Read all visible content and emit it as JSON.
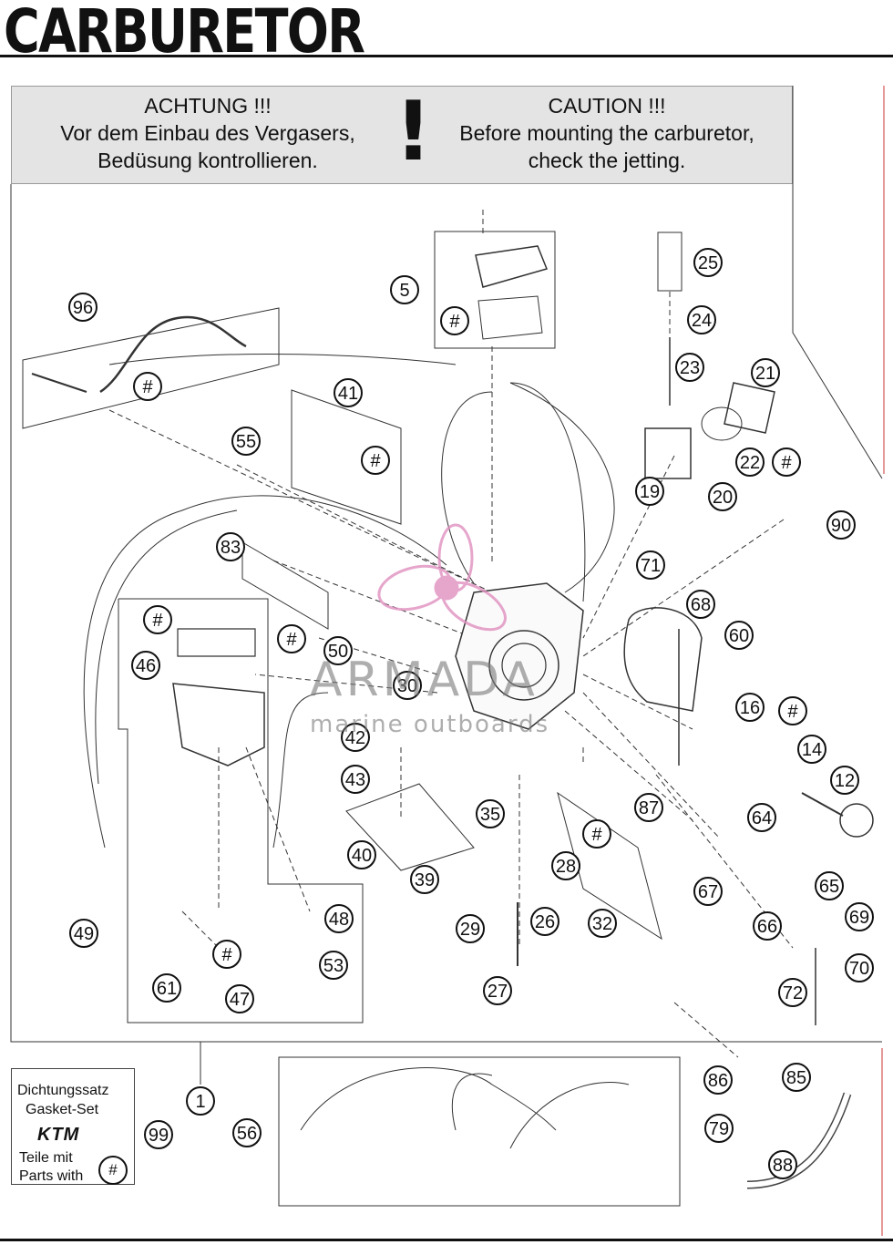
{
  "title": "CARBURETOR",
  "warning": {
    "de_heading": "ACHTUNG !!!",
    "de_line1": "Vor dem Einbau des Vergasers,",
    "de_line2": "Bedüsung kontrollieren.",
    "symbol": "!",
    "en_heading": "CAUTION !!!",
    "en_line1": "Before mounting the carburetor,",
    "en_line2": "check the jetting."
  },
  "gasket_set": {
    "line1": "Dichtungssatz",
    "line2": "Gasket-Set",
    "brand": "KTM",
    "line3": "Teile mit",
    "line4": "Parts with",
    "symbol": "#"
  },
  "watermark": {
    "brand": "ARMADA",
    "tagline": "marine outboards"
  },
  "callouts": [
    "#",
    "1",
    "5",
    "12",
    "14",
    "16",
    "19",
    "20",
    "21",
    "22",
    "23",
    "24",
    "25",
    "26",
    "27",
    "28",
    "29",
    "30",
    "32",
    "35",
    "39",
    "40",
    "41",
    "42",
    "43",
    "46",
    "47",
    "48",
    "49",
    "50",
    "53",
    "55",
    "56",
    "60",
    "61",
    "64",
    "65",
    "66",
    "67",
    "68",
    "69",
    "70",
    "71",
    "72",
    "79",
    "83",
    "85",
    "86",
    "87",
    "88",
    "90",
    "96",
    "99"
  ]
}
